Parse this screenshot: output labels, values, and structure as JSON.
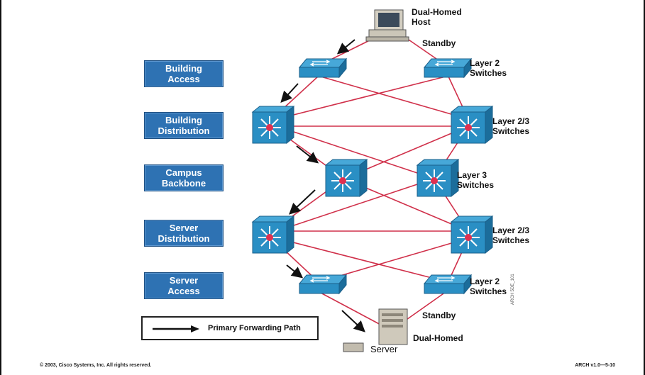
{
  "layers": {
    "building_access": [
      "Building",
      "Access"
    ],
    "building_distribution": [
      "Building",
      "Distribution"
    ],
    "campus_backbone": [
      "Campus",
      "Backbone"
    ],
    "server_distribution": [
      "Server",
      "Distribution"
    ],
    "server_access": [
      "Server",
      "Access"
    ]
  },
  "labels": {
    "host": [
      "Dual-Homed",
      "Host"
    ],
    "standby_top": "Standby",
    "layer2_top": [
      "Layer 2",
      "Switches"
    ],
    "layer23_top": [
      "Layer 2/3",
      "Switches"
    ],
    "layer3": [
      "Layer 3",
      "Switches"
    ],
    "layer23_bottom": [
      "Layer 2/3",
      "Switches"
    ],
    "layer2_bottom": [
      "Layer 2",
      "Switches"
    ],
    "standby_bottom": "Standby",
    "dual_homed": "Dual-Homed",
    "server": "Server"
  },
  "legend": {
    "text": "Primary Forwarding Path"
  },
  "footer": {
    "copyright": "© 2003, Cisco Systems, Inc. All rights reserved.",
    "course_ref": "ARCH v1.0—5-10"
  },
  "side_code": "ARCH 5DE_101",
  "colors": {
    "link": "#d0304a",
    "device": "#2a8fc4",
    "layer_box": "#2e72b3"
  }
}
